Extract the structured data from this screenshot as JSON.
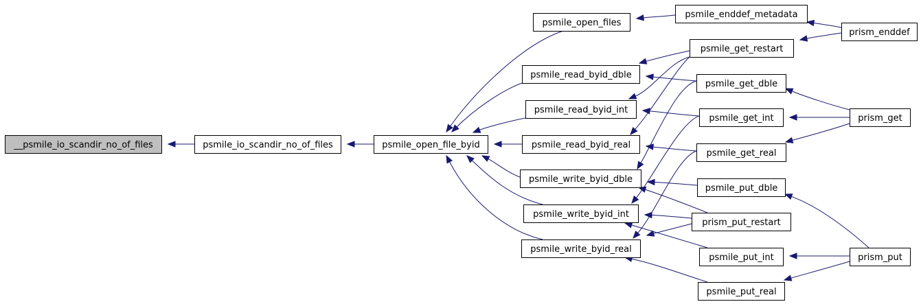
{
  "diagram": {
    "type": "caller-graph",
    "nodes": [
      {
        "id": "n0",
        "label": "__psmile_io_scandir_no_of_files",
        "root": true
      },
      {
        "id": "n1",
        "label": "psmile_io_scandir_no_of_files"
      },
      {
        "id": "n2",
        "label": "psmile_open_file_byid"
      },
      {
        "id": "n3",
        "label": "psmile_open_files"
      },
      {
        "id": "n4",
        "label": "psmile_read_byid_dble"
      },
      {
        "id": "n5",
        "label": "psmile_read_byid_int"
      },
      {
        "id": "n6",
        "label": "psmile_read_byid_real"
      },
      {
        "id": "n7",
        "label": "psmile_write_byid_dble"
      },
      {
        "id": "n8",
        "label": "psmile_write_byid_int"
      },
      {
        "id": "n9",
        "label": "psmile_write_byid_real"
      },
      {
        "id": "n10",
        "label": "psmile_enddef_metadata"
      },
      {
        "id": "n11",
        "label": "psmile_get_restart"
      },
      {
        "id": "n12",
        "label": "psmile_get_dble"
      },
      {
        "id": "n13",
        "label": "psmile_get_int"
      },
      {
        "id": "n14",
        "label": "psmile_get_real"
      },
      {
        "id": "n15",
        "label": "psmile_put_dble"
      },
      {
        "id": "n16",
        "label": "prism_put_restart"
      },
      {
        "id": "n17",
        "label": "psmile_put_int"
      },
      {
        "id": "n18",
        "label": "psmile_put_real"
      },
      {
        "id": "n19",
        "label": "prism_enddef"
      },
      {
        "id": "n20",
        "label": "prism_get"
      },
      {
        "id": "n21",
        "label": "prism_put"
      }
    ],
    "edges": [
      {
        "from": "n1",
        "to": "n0"
      },
      {
        "from": "n2",
        "to": "n1"
      },
      {
        "from": "n3",
        "to": "n2"
      },
      {
        "from": "n4",
        "to": "n2"
      },
      {
        "from": "n5",
        "to": "n2"
      },
      {
        "from": "n6",
        "to": "n2"
      },
      {
        "from": "n7",
        "to": "n2"
      },
      {
        "from": "n8",
        "to": "n2"
      },
      {
        "from": "n9",
        "to": "n2"
      },
      {
        "from": "n10",
        "to": "n3"
      },
      {
        "from": "n11",
        "to": "n4"
      },
      {
        "from": "n12",
        "to": "n4"
      },
      {
        "from": "n11",
        "to": "n5"
      },
      {
        "from": "n13",
        "to": "n5"
      },
      {
        "from": "n11",
        "to": "n6"
      },
      {
        "from": "n14",
        "to": "n6"
      },
      {
        "from": "n12",
        "to": "n7"
      },
      {
        "from": "n15",
        "to": "n7"
      },
      {
        "from": "n16",
        "to": "n7"
      },
      {
        "from": "n13",
        "to": "n8"
      },
      {
        "from": "n16",
        "to": "n8"
      },
      {
        "from": "n17",
        "to": "n8"
      },
      {
        "from": "n14",
        "to": "n9"
      },
      {
        "from": "n16",
        "to": "n9"
      },
      {
        "from": "n18",
        "to": "n9"
      },
      {
        "from": "n19",
        "to": "n10"
      },
      {
        "from": "n19",
        "to": "n11"
      },
      {
        "from": "n20",
        "to": "n12"
      },
      {
        "from": "n20",
        "to": "n13"
      },
      {
        "from": "n20",
        "to": "n14"
      },
      {
        "from": "n21",
        "to": "n15"
      },
      {
        "from": "n21",
        "to": "n17"
      },
      {
        "from": "n21",
        "to": "n18"
      }
    ],
    "colors": {
      "edge": "#191970",
      "root_fill": "#bfbfbf",
      "node_fill": "#ffffff",
      "node_stroke": "#000000"
    }
  }
}
